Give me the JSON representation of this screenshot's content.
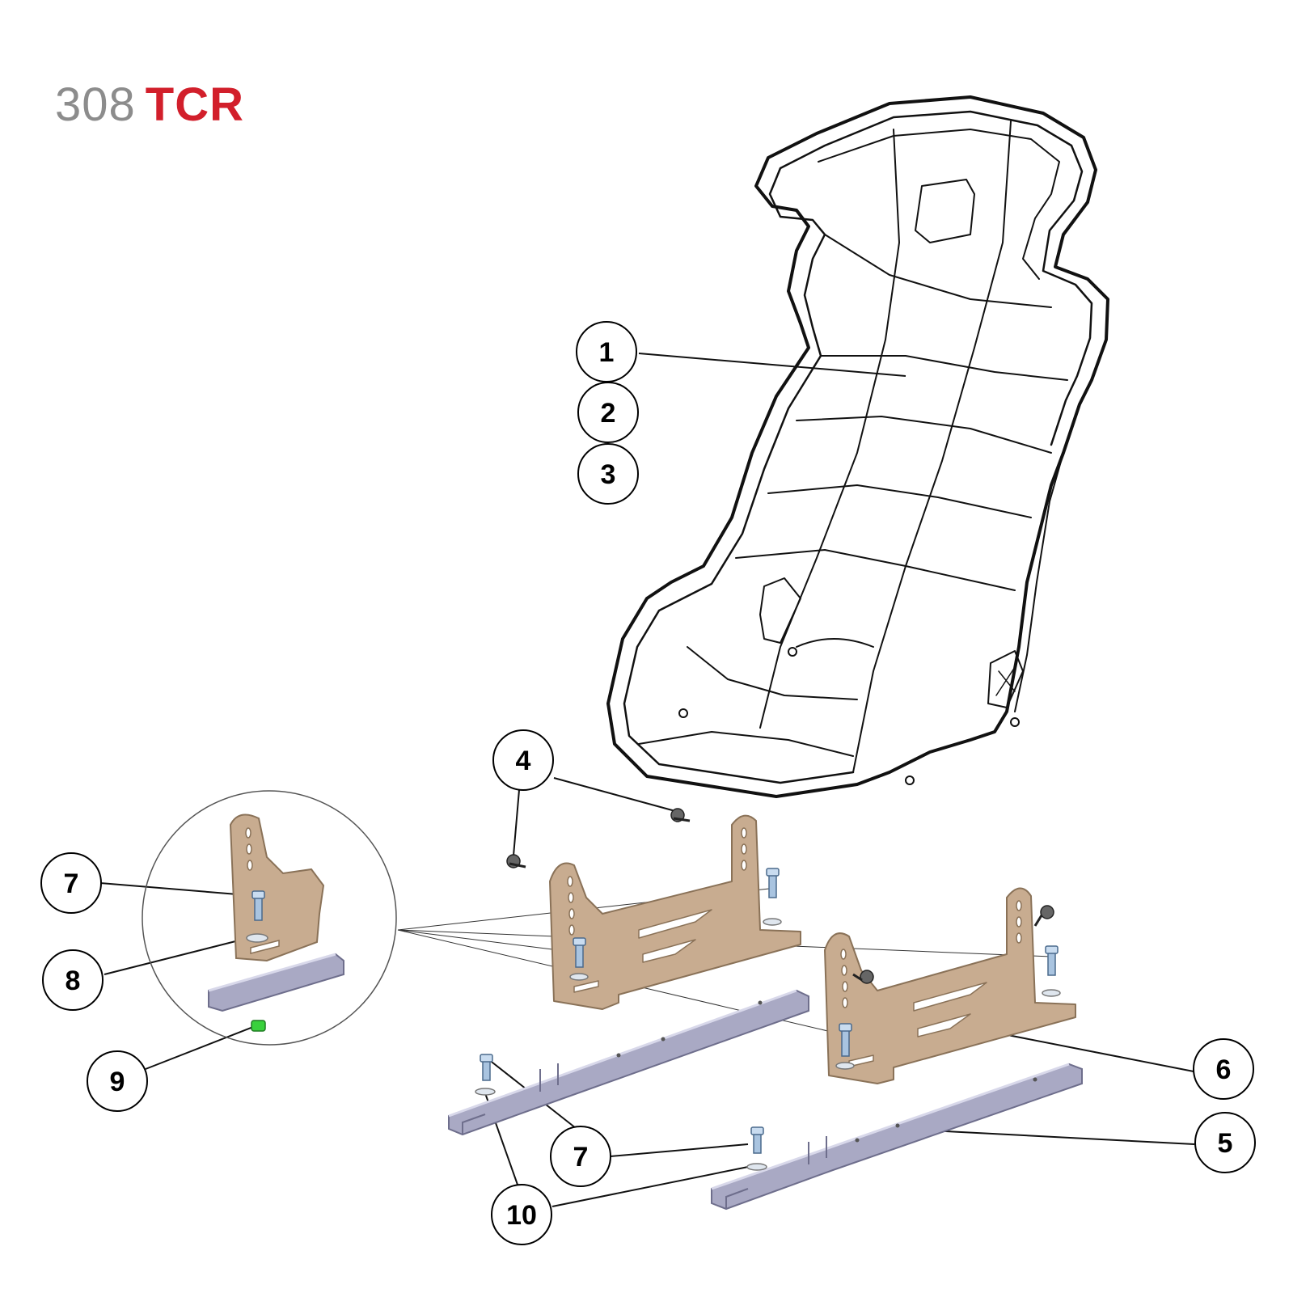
{
  "header": {
    "model": "308",
    "series": "TCR"
  },
  "colors": {
    "bracket": "#c8ac90",
    "bracket_stroke": "#8a7258",
    "rail": "#a9a9c4",
    "rail_stroke": "#6e6e8c",
    "bolt": "#a9c4e0",
    "nut": "#39d13c",
    "outline": "#111111",
    "logo_red": "#d21f2b",
    "logo_grey": "#8c8c8c"
  },
  "callouts": [
    {
      "id": "c1",
      "label": "1"
    },
    {
      "id": "c2",
      "label": "2"
    },
    {
      "id": "c3",
      "label": "3"
    },
    {
      "id": "c4",
      "label": "4"
    },
    {
      "id": "c5",
      "label": "5"
    },
    {
      "id": "c6",
      "label": "6"
    },
    {
      "id": "c7a",
      "label": "7"
    },
    {
      "id": "c7b",
      "label": "7"
    },
    {
      "id": "c8",
      "label": "8"
    },
    {
      "id": "c9",
      "label": "9"
    },
    {
      "id": "c10",
      "label": "10"
    }
  ]
}
